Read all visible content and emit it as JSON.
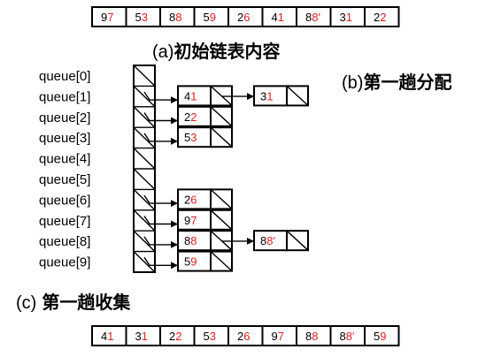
{
  "colors": {
    "tens_digit": "#000000",
    "units_digit": "#e02020",
    "line": "#000000"
  },
  "initial_list": [
    {
      "tens": "9",
      "units": "7"
    },
    {
      "tens": "5",
      "units": "3"
    },
    {
      "tens": "8",
      "units": "8"
    },
    {
      "tens": "5",
      "units": "9"
    },
    {
      "tens": "2",
      "units": "6"
    },
    {
      "tens": "4",
      "units": "1"
    },
    {
      "tens": "8",
      "units": "8′"
    },
    {
      "tens": "3",
      "units": "1"
    },
    {
      "tens": "2",
      "units": "2"
    }
  ],
  "captions": {
    "a_prefix": "(a)",
    "a_text": "初始链表内容",
    "b_prefix": "(b)",
    "b_text": "第一趟分配",
    "c_prefix": "(c)",
    "c_text": "第一趟收集"
  },
  "queues": [
    {
      "label": "queue[0]",
      "nodes": []
    },
    {
      "label": "queue[1]",
      "nodes": [
        {
          "tens": "4",
          "units": "1"
        },
        {
          "tens": "3",
          "units": "1"
        }
      ]
    },
    {
      "label": "queue[2]",
      "nodes": [
        {
          "tens": "2",
          "units": "2"
        }
      ]
    },
    {
      "label": "queue[3]",
      "nodes": [
        {
          "tens": "5",
          "units": "3"
        }
      ]
    },
    {
      "label": "queue[4]",
      "nodes": []
    },
    {
      "label": "queue[5]",
      "nodes": []
    },
    {
      "label": "queue[6]",
      "nodes": [
        {
          "tens": "2",
          "units": "6"
        }
      ]
    },
    {
      "label": "queue[7]",
      "nodes": [
        {
          "tens": "9",
          "units": "7"
        }
      ]
    },
    {
      "label": "queue[8]",
      "nodes": [
        {
          "tens": "8",
          "units": "8"
        },
        {
          "tens": "8",
          "units": "8′"
        }
      ]
    },
    {
      "label": "queue[9]",
      "nodes": [
        {
          "tens": "5",
          "units": "9"
        }
      ]
    }
  ],
  "collected_list": [
    {
      "tens": "4",
      "units": "1"
    },
    {
      "tens": "3",
      "units": "1"
    },
    {
      "tens": "2",
      "units": "2"
    },
    {
      "tens": "5",
      "units": "3"
    },
    {
      "tens": "2",
      "units": "6"
    },
    {
      "tens": "9",
      "units": "7"
    },
    {
      "tens": "8",
      "units": "8"
    },
    {
      "tens": "8",
      "units": "8′"
    },
    {
      "tens": "5",
      "units": "9"
    }
  ]
}
